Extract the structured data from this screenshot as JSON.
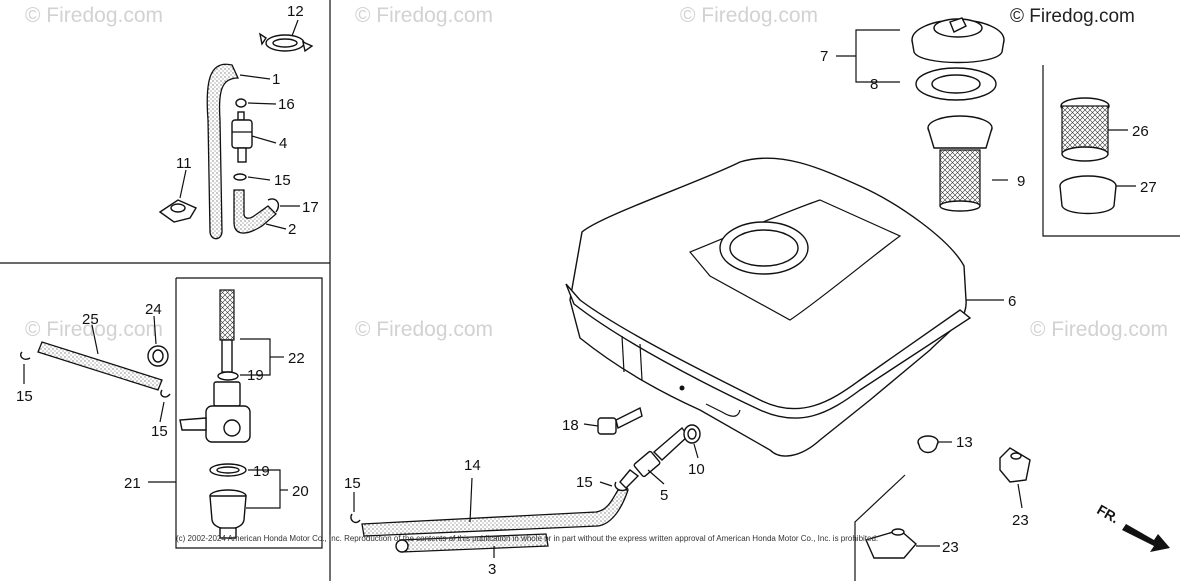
{
  "watermark": {
    "text": "© Firedog.com",
    "primary": "© Firedog.com"
  },
  "copyright": "(c) 2002-2024 American Honda Motor Co., Inc. Reproduction of the contents of this publication in whole or in part without the express written approval of American Honda Motor Co., Inc. is prohibited.",
  "direction_label": "FR.",
  "callouts": [
    "1",
    "2",
    "3",
    "4",
    "5",
    "6",
    "7",
    "8",
    "9",
    "10",
    "11",
    "12",
    "13",
    "14",
    "15",
    "16",
    "17",
    "18",
    "19",
    "20",
    "21",
    "22",
    "23",
    "24",
    "25",
    "26",
    "27"
  ],
  "colors": {
    "line": "#111111",
    "watermark": "#d2d2d2",
    "background": "#ffffff"
  }
}
